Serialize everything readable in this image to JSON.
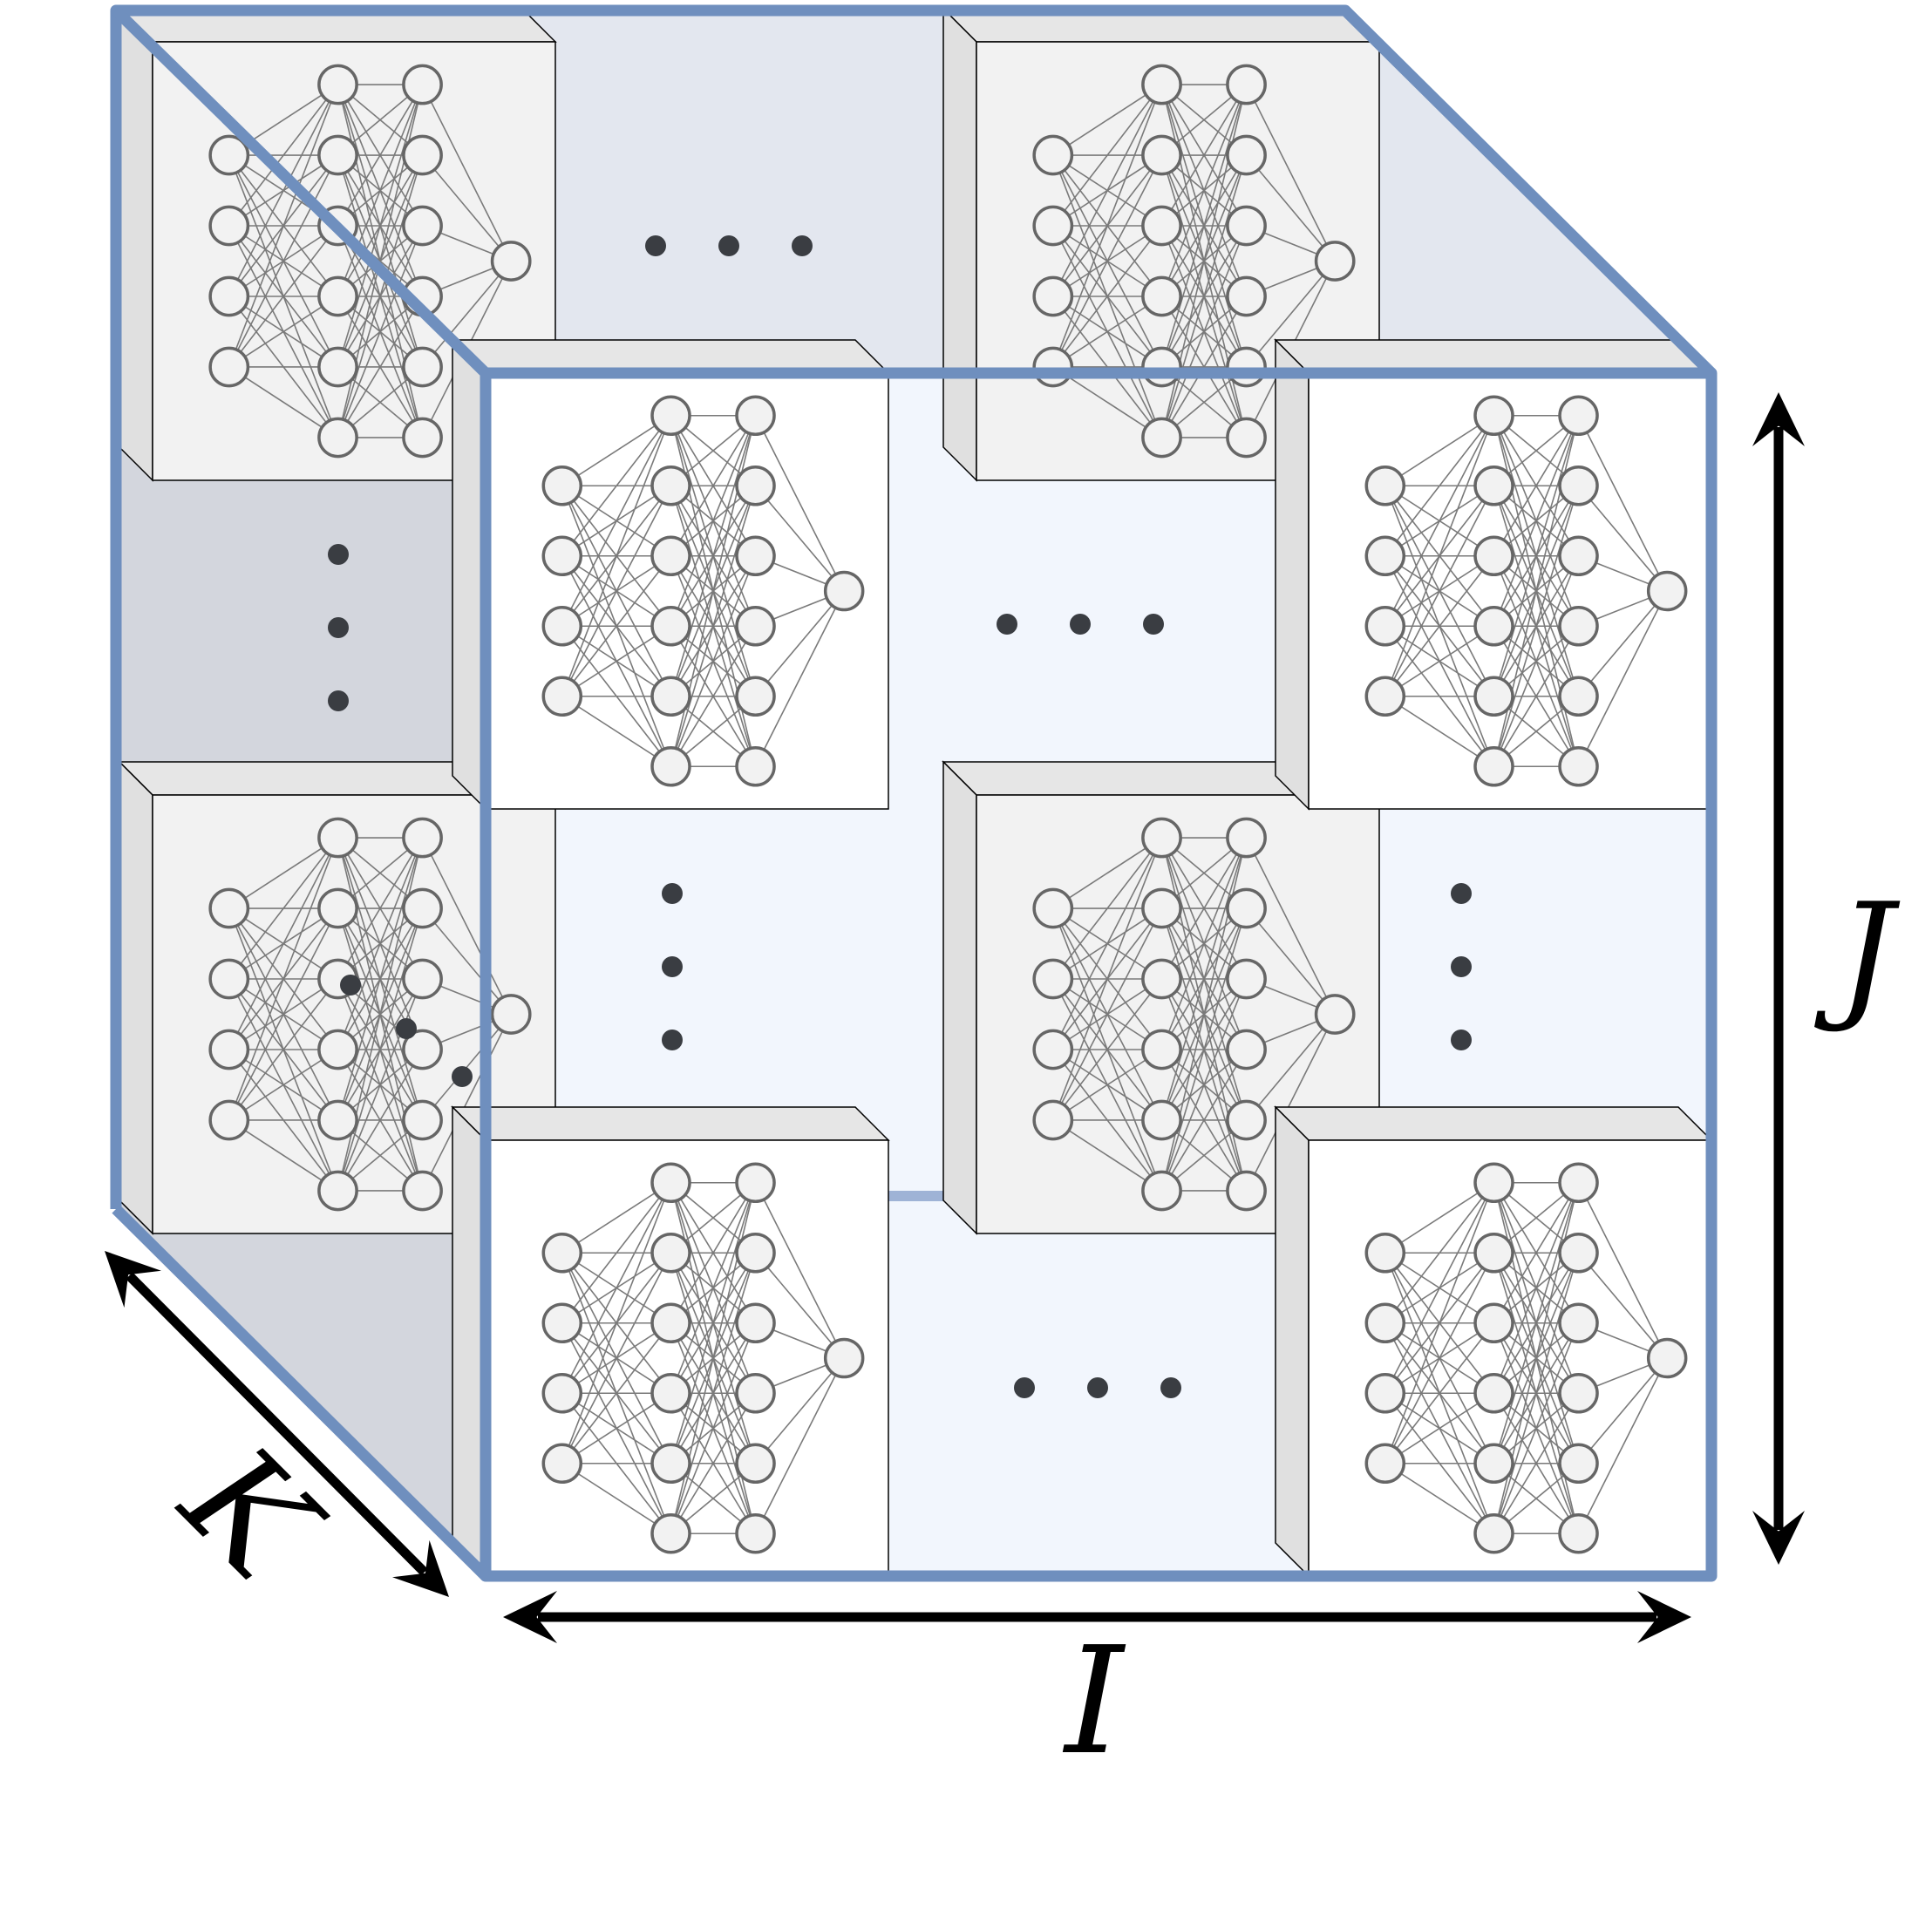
{
  "diagram": {
    "axes": {
      "i_label": "I",
      "j_label": "J",
      "k_label": "K"
    },
    "colors": {
      "cube_edge": "#6f8fbe",
      "front_face_fill": "#f2f6fd",
      "top_face_fill": "#e3e7ef",
      "side_face_fill": "#d3d6dd",
      "module_front": "#ffffff",
      "module_back": "#f2f2f2",
      "module_side": "#e6e6e6",
      "node_fill": "#f2f2f2",
      "node_stroke": "#666666",
      "edge_stroke": "#7a7a7a",
      "dot": "#3a3d42",
      "arrow": "#000000"
    },
    "network": {
      "layer_sizes": [
        4,
        6,
        6,
        1
      ],
      "icon": "neural-network-icon"
    },
    "modules": [
      {
        "name": "module-back-top-left",
        "plane": "back"
      },
      {
        "name": "module-back-top-right",
        "plane": "back"
      },
      {
        "name": "module-back-bottom-left",
        "plane": "back"
      },
      {
        "name": "module-back-center",
        "plane": "back"
      },
      {
        "name": "module-front-top-left",
        "plane": "front"
      },
      {
        "name": "module-front-top-right",
        "plane": "front"
      },
      {
        "name": "module-front-bottom-left",
        "plane": "front"
      },
      {
        "name": "module-front-bottom-right",
        "plane": "front"
      }
    ],
    "ellipses": [
      {
        "name": "ellipsis-back-top",
        "orientation": "horizontal"
      },
      {
        "name": "ellipsis-side-left",
        "orientation": "vertical"
      },
      {
        "name": "ellipsis-side-bottom",
        "orientation": "diagonal"
      },
      {
        "name": "ellipsis-front-top",
        "orientation": "horizontal"
      },
      {
        "name": "ellipsis-front-left",
        "orientation": "vertical"
      },
      {
        "name": "ellipsis-front-right",
        "orientation": "vertical"
      },
      {
        "name": "ellipsis-front-bottom",
        "orientation": "horizontal"
      }
    ]
  }
}
